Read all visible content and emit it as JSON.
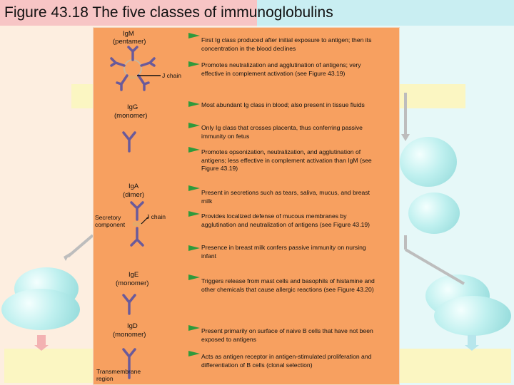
{
  "title": "Figure 43.18 The five classes of immunoglobulins",
  "colors": {
    "panel": "#f7a060",
    "antibody": "#6a5a9a",
    "flag": "#2f9a3c",
    "jchain": "#e7a868"
  },
  "classes": [
    {
      "name": "IgM",
      "form": "(pentamer)",
      "part": "J chain",
      "functions": [
        "First Ig class produced after initial exposure to antigen; then its concentration in the blood declines",
        "Promotes neutralization and agglutination of antigens; very effective in complement activation (see Figure 43.19)"
      ]
    },
    {
      "name": "IgG",
      "form": "(monomer)",
      "functions": [
        "Most abundant Ig class in blood; also present in tissue fluids",
        "Only Ig class that crosses placenta, thus conferring passive immunity on fetus",
        "Promotes opsonization, neutralization, and agglutination of antigens; less effective in complement activation than IgM (see Figure 43.19)"
      ]
    },
    {
      "name": "IgA",
      "form": "(dimer)",
      "part": "J chain",
      "part2": "Secretory component",
      "functions": [
        "Present in secretions such as tears, saliva, mucus, and breast milk",
        "Provides localized defense of mucous membranes by agglutination and neutralization of antigens (see Figure 43.19)",
        "Presence in breast milk confers passive immunity on nursing infant"
      ]
    },
    {
      "name": "IgE",
      "form": "(monomer)",
      "functions": [
        "Triggers release from mast cells and basophils of histamine and other chemicals that cause allergic reactions (see Figure 43.20)"
      ]
    },
    {
      "name": "IgD",
      "form": "(monomer)",
      "part": "Transmembrane region",
      "functions": [
        "Present primarily on surface of naive B cells that have not been exposed to antigens",
        "Acts as antigen receptor in antigen-stimulated proliferation and differentiation of B cells (clonal selection)"
      ]
    }
  ]
}
